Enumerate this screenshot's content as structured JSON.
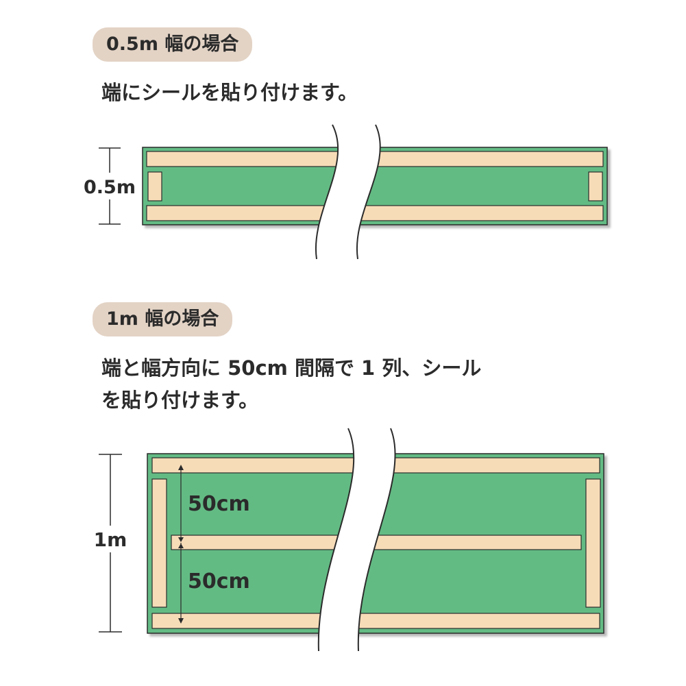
{
  "section1": {
    "heading": "0.5m 幅の場合",
    "description": "端にシールを貼り付けます。",
    "width_label": "0.5m"
  },
  "section2": {
    "heading": "1m 幅の場合",
    "description_line1": "端と幅方向に 50cm 間隔で 1 列、シール",
    "description_line2": "を貼り付けます。",
    "width_label": "1m",
    "spacing_top_label": "50cm",
    "spacing_bottom_label": "50cm"
  },
  "colors": {
    "mat_green": "#63bb84",
    "sticker": "#f7dcb8",
    "outline": "#2b2b2b",
    "pill": "#e3d3c5"
  }
}
